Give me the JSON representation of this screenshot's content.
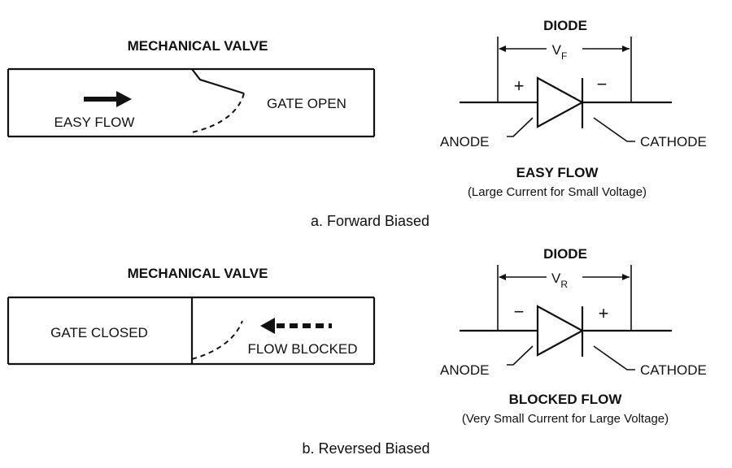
{
  "forward": {
    "valve_title": "MECHANICAL VALVE",
    "flow_label": "EASY FLOW",
    "gate_label": "GATE OPEN",
    "diode_title": "DIODE",
    "voltage_symbol": "V",
    "voltage_subscript": "F",
    "left_polarity": "+",
    "right_polarity": "−",
    "anode_label": "ANODE",
    "cathode_label": "CATHODE",
    "caption_title": "EASY FLOW",
    "caption_sub": "(Large Current for Small Voltage)",
    "section_label": "a. Forward Biased"
  },
  "reverse": {
    "valve_title": "MECHANICAL VALVE",
    "gate_label": "GATE CLOSED",
    "flow_label": "FLOW BLOCKED",
    "diode_title": "DIODE",
    "voltage_symbol": "V",
    "voltage_subscript": "R",
    "left_polarity": "−",
    "right_polarity": "+",
    "anode_label": "ANODE",
    "cathode_label": "CATHODE",
    "caption_title": "BLOCKED FLOW",
    "caption_sub": "(Very Small Current for Large Voltage)",
    "section_label": "b. Reversed Biased"
  }
}
